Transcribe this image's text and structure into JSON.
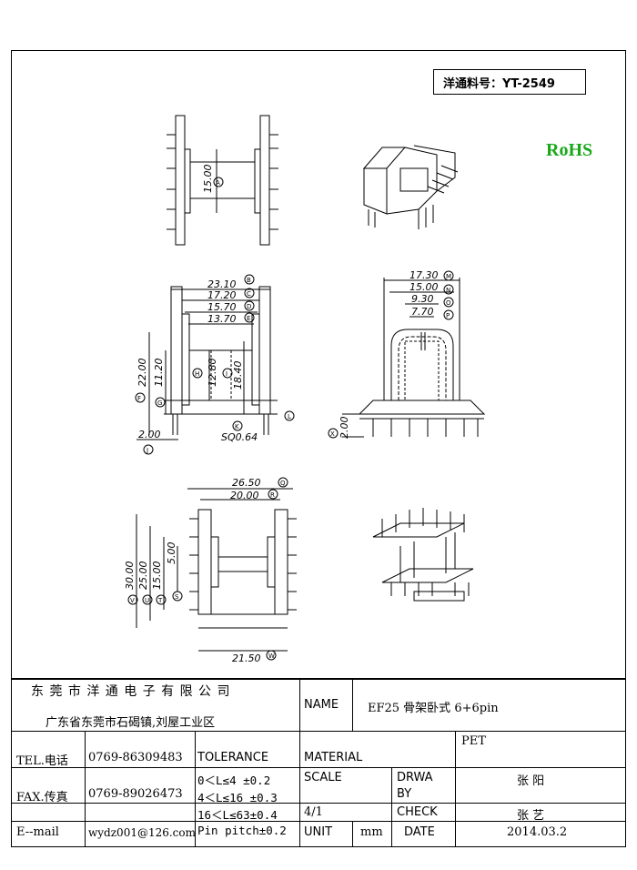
{
  "header": {
    "part_no": "洋通料号：YT-2549",
    "rohs": "RoHS"
  },
  "drawing": {
    "view1": {
      "dims": [
        "15.00"
      ],
      "refs": [
        "A"
      ]
    },
    "view2": {
      "dims": [
        "23.10",
        "17.20",
        "15.70",
        "13.70",
        "22.00",
        "11.20",
        "12.80",
        "18.40",
        "2.00",
        "SQ0.64"
      ],
      "refs": [
        "B",
        "C",
        "D",
        "E",
        "F",
        "G",
        "H",
        "I",
        "J",
        "K",
        "L"
      ]
    },
    "view3": {
      "dims": [
        "17.30",
        "15.00",
        "9.30",
        "7.70",
        "2.00"
      ],
      "refs": [
        "M",
        "N",
        "O",
        "P",
        "X"
      ]
    },
    "view4": {
      "dims": [
        "26.50",
        "20.00",
        "30.00",
        "25.00",
        "15.00",
        "5.00",
        "21.50"
      ],
      "refs": [
        "Q",
        "R",
        "V",
        "U",
        "T",
        "S",
        "W"
      ]
    }
  },
  "title_block": {
    "company": "东 莞 市 洋 通 电 子 有 限 公 司",
    "address": "广东省东莞市石碣镇,刘屋工业区",
    "name_label": "NAME",
    "name_value": "EF25 骨架卧式 6+6pin",
    "tel_label": "TEL.电话",
    "tel_value": "0769-86309483",
    "fax_label": "FAX.传真",
    "fax_value": "0769-89026473",
    "email_label": "E--mail",
    "email_value": "wydz001@126.com",
    "tolerance_label": "TOLERANCE",
    "tolerances": [
      "0＜L≤4  ±0.2",
      "4＜L≤16 ±0.3",
      "16＜L≤63±0.4",
      "Pin pitch±0.2"
    ],
    "material_label": "MATERIAL",
    "material_value": "PET",
    "scale_label": "SCALE",
    "scale_value": "4/1",
    "drawn_label_1": "DRWA",
    "drawn_label_2": "BY",
    "drawn_value": "张 阳",
    "check_label": "CHECK",
    "check_value": "张 艺",
    "unit_label": "UNIT",
    "unit_value": "mm",
    "date_label": "DATE",
    "date_value": "2014.03.2"
  }
}
